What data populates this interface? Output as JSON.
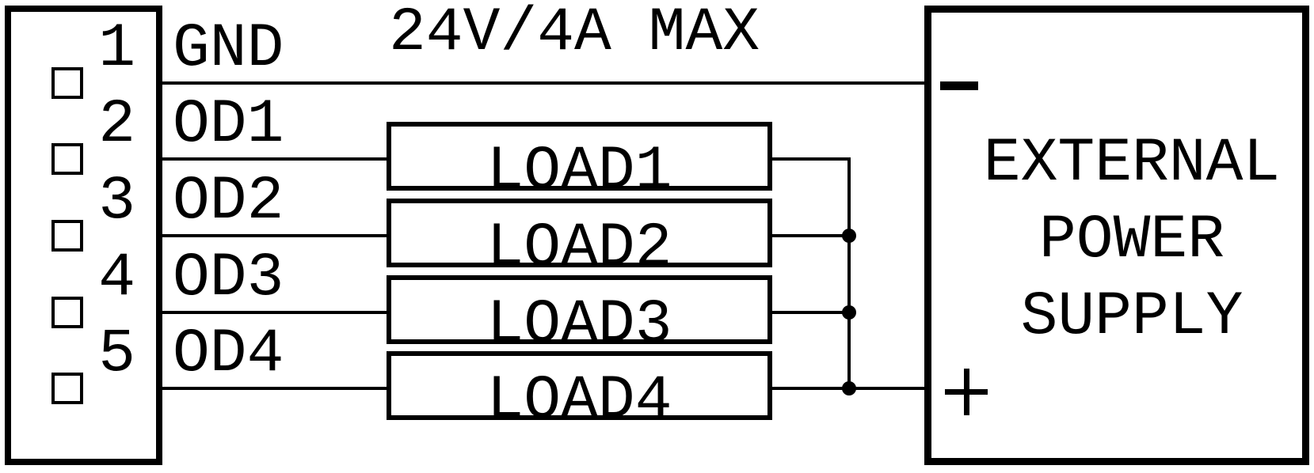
{
  "diagram": {
    "rating_label": "24V/4A MAX",
    "connector": {
      "pins": [
        {
          "number": "1",
          "label": "GND"
        },
        {
          "number": "2",
          "label": "OD1"
        },
        {
          "number": "3",
          "label": "OD2"
        },
        {
          "number": "4",
          "label": "OD3"
        },
        {
          "number": "5",
          "label": "OD4"
        }
      ]
    },
    "loads": [
      {
        "label": "LOAD1"
      },
      {
        "label": "LOAD2"
      },
      {
        "label": "LOAD3"
      },
      {
        "label": "LOAD4"
      }
    ],
    "power_supply": {
      "name_lines": [
        "EXTERNAL",
        "POWER",
        "SUPPLY"
      ],
      "negative_terminal_symbol": "-",
      "positive_terminal_symbol": "+"
    },
    "colors": {
      "line": "#000000",
      "background": "#ffffff"
    }
  }
}
